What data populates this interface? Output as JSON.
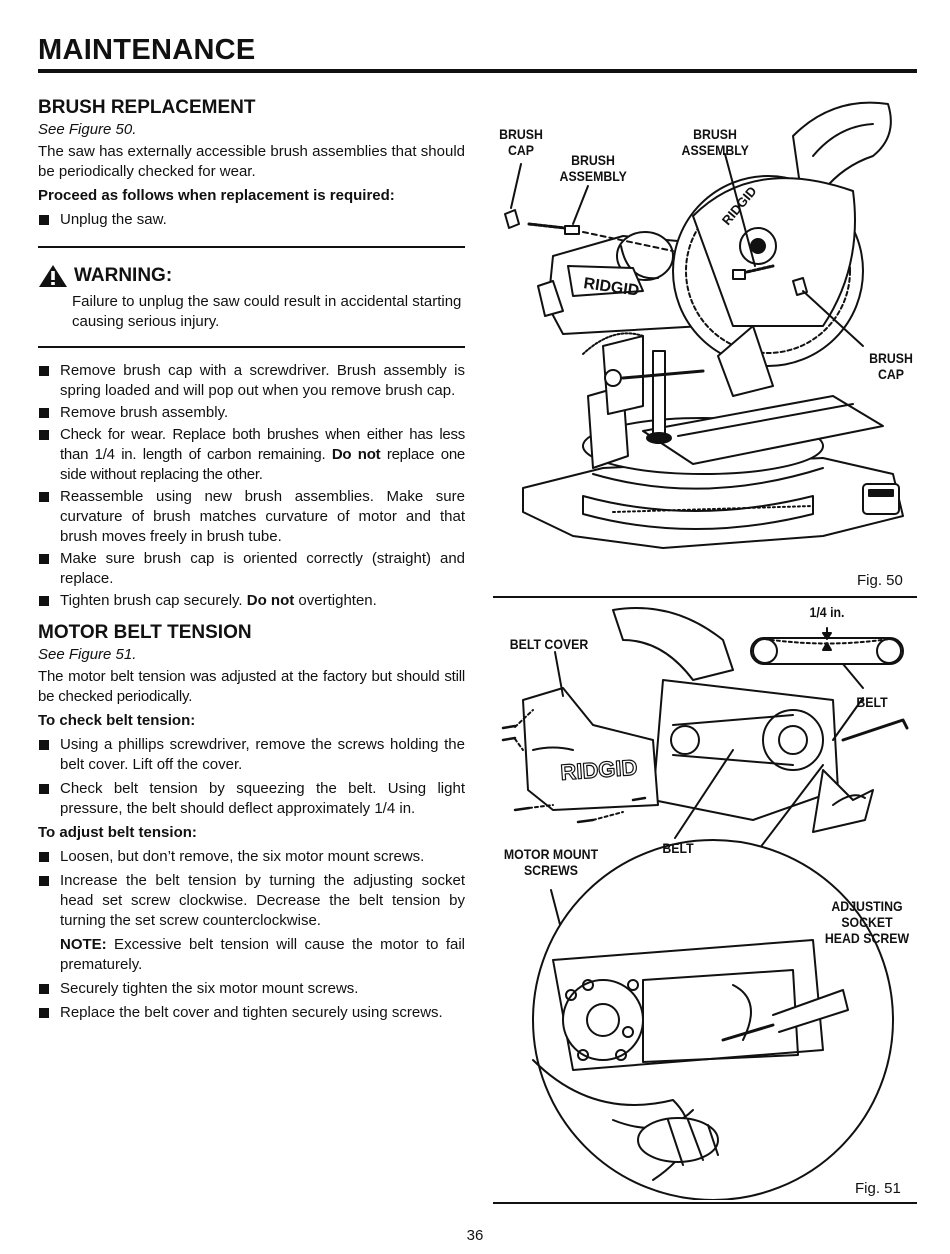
{
  "page_title": "MAINTENANCE",
  "brush": {
    "heading": "BRUSH REPLACEMENT",
    "see": "See Figure 50.",
    "intro": "The saw has externally accessible brush assemblies that should be periodically checked for wear.",
    "proceed": "Proceed as follows when replacement is required:",
    "step_unplug": "Unplug the saw.",
    "warning_title": "WARNING:",
    "warning_text": "Failure to unplug the saw could result in accidental starting causing serious injury.",
    "steps": [
      "Remove brush cap with a screwdriver. Brush assembly is spring loaded and will pop out when you remove brush cap.",
      "Remove brush assembly."
    ],
    "step3_a": "Check for wear. Replace both brushes when either has less than 1/4 in. length of carbon remaining. ",
    "step3_b": "Do not",
    "step3_c": " replace one side without replacing the other.",
    "step4": "Reassemble using new brush assemblies. Make sure curvature of brush matches curvature of motor and that brush moves freely in brush tube.",
    "step5": "Make sure brush cap is oriented correctly (straight) and replace.",
    "step6_a": "Tighten brush cap securely. ",
    "step6_b": "Do not",
    "step6_c": " overtighten."
  },
  "belt": {
    "heading": "MOTOR BELT TENSION",
    "see": "See Figure 51.",
    "intro": "The motor belt tension was adjusted at the factory but should still be checked periodically.",
    "check_heading": "To check belt tension:",
    "check_steps": [
      "Using a phillips screwdriver, remove the screws holding the belt cover. Lift off the cover.",
      "Check belt tension by squeezing the belt. Using light pressure, the belt should deflect approximately 1/4 in."
    ],
    "adjust_heading": "To adjust belt tension:",
    "adjust_step1": "Loosen, but don’t remove, the six motor mount screws.",
    "adjust_step2": "Increase the belt tension by turning the adjusting socket head set screw clockwise. Decrease the belt tension by turning the set screw counterclockwise.",
    "note_label": "NOTE:",
    "note_text": " Excessive belt tension will cause the motor to fail prematurely.",
    "adjust_step3": "Securely tighten the six motor mount screws.",
    "adjust_step4": "Replace the belt cover and tighten securely using screws."
  },
  "fig50": {
    "caption": "Fig. 50",
    "brand": "RIDGID",
    "labels": {
      "brush_cap_left": "BRUSH CAP",
      "brush_assembly_left": "BRUSH ASSEMBLY",
      "brush_assembly_right": "BRUSH ASSEMBLY",
      "brush_cap_right": "BRUSH CAP"
    }
  },
  "fig51": {
    "caption": "Fig. 51",
    "brand": "RIDGID",
    "labels": {
      "quarter_in": "1/4 in.",
      "belt_top": "BELT",
      "belt_cover": "BELT COVER",
      "belt_mid": "BELT",
      "motor_mount_screws": "MOTOR MOUNT SCREWS",
      "adjusting_screw": "ADJUSTING SOCKET HEAD SCREW"
    }
  },
  "page_number": "36"
}
